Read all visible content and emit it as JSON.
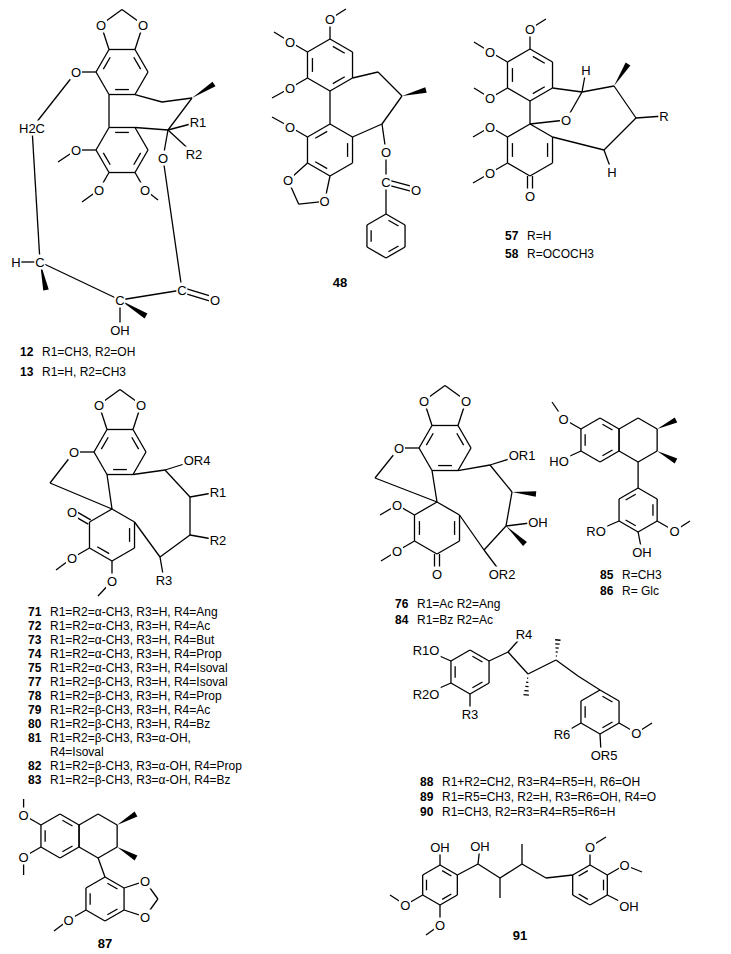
{
  "diagram": {
    "labels": [
      "O",
      "O",
      "O",
      "H2C",
      "O",
      "O",
      "O",
      "R1",
      "R2",
      "O",
      "H",
      "C",
      "C",
      "OH",
      "C",
      "O",
      "12",
      "R1=CH3, R2=OH",
      "13",
      "R1=H, R2=CH3",
      "O",
      "O",
      "O",
      "O",
      "O",
      "O",
      "O",
      "C",
      "O",
      "48",
      "O",
      "O",
      "O",
      "O",
      "O",
      "O",
      "H",
      "O",
      "H",
      "R",
      "57",
      "R=H",
      "58",
      "R=OCOCH3",
      "O",
      "O",
      "O",
      "O",
      "O",
      "O",
      "OR4",
      "R1",
      "R2",
      "R3",
      "71",
      "R1=R2=α-CH3, R3=H, R4=Ang",
      "72",
      "R1=R2=α-CH3, R3=H, R4=Ac",
      "73",
      "R1=R2=α-CH3, R3=H, R4=But",
      "74",
      "R1=R2=α-CH3, R3=H, R4=Prop",
      "75",
      "R1=R2=α-CH3, R3=H, R4=Isoval",
      "77",
      "R1=R2=β-CH3, R3=H, R4=Isoval",
      "78",
      "R1=R2=β-CH3, R3=H, R4=Prop",
      "79",
      "R1=R2=β-CH3, R3=H, R4=Ac",
      "80",
      "R1=R2=β-CH3, R3=H, R4=Bz",
      "81",
      "R1=R2=β-CH3, R3=α-OH,",
      "R4=Isoval",
      "82",
      "R1=R2=β-CH3, R3=α-OH, R4=Prop",
      "83",
      "R1=R2=β-CH3, R3=α-OH, R4=Bz",
      "O",
      "O",
      "O",
      "O",
      "O",
      "O",
      "OR1",
      "OH",
      "OR2",
      "76",
      "R1=Ac R2=Ang",
      "84",
      "R1=Bz R2=Ac",
      "O",
      "HO",
      "RO",
      "OH",
      "O",
      "85",
      "R=CH3",
      "86",
      "R= Glc",
      "R1O",
      "R2O",
      "R3",
      "R4",
      "R6",
      "OR5",
      "O",
      "88",
      "R1+R2=CH2, R3=R4=R5=H, R6=OH",
      "89",
      "R1=R5=CH3, R2=H, R3=R6=OH, R4=O",
      "90",
      "R1=CH3, R2=R3=R4=R5=R6=H",
      "O",
      "O",
      "O",
      "O",
      "O",
      "87",
      "OH",
      "OH",
      "O",
      "O",
      "OH",
      "O",
      "O",
      "91"
    ]
  }
}
